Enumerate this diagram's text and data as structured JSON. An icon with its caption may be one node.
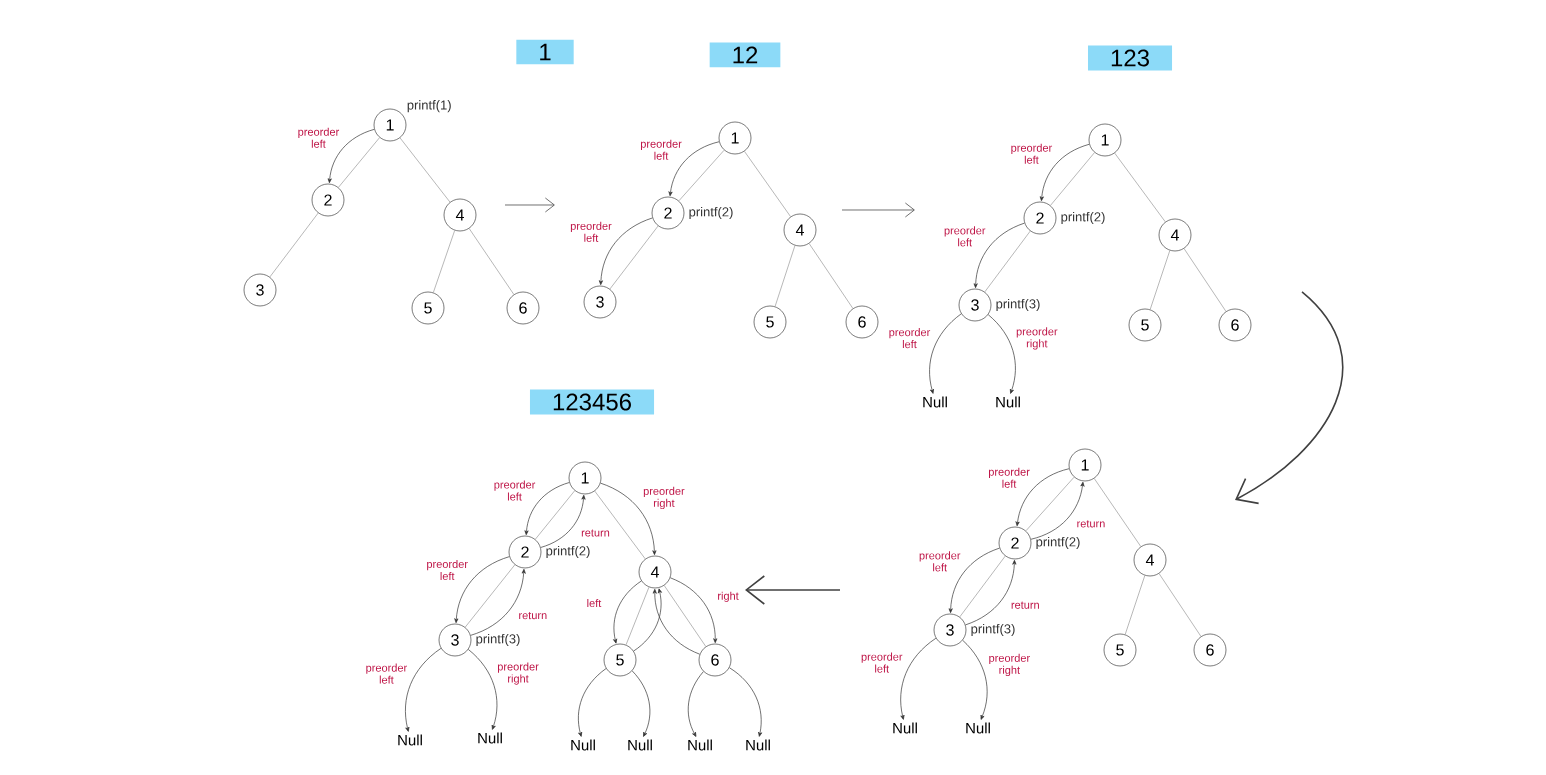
{
  "diagram": {
    "nodes": [
      {
        "text": [
          "1"
        ]
      },
      {
        "text": [
          "1"
        ],
        "beside": [
          "printf(1)"
        ]
      },
      {
        "text": [
          "2"
        ]
      },
      {
        "text": [
          "4"
        ]
      },
      {
        "text": [
          "3"
        ]
      },
      {
        "text": [
          "5"
        ]
      },
      {
        "text": [
          "6"
        ]
      },
      {
        "text": [
          "12"
        ]
      },
      {
        "text": [
          "1"
        ]
      },
      {
        "text": [
          "2"
        ],
        "beside": [
          "printf(2)"
        ]
      },
      {
        "text": [
          "4"
        ]
      },
      {
        "text": [
          "3"
        ]
      },
      {
        "text": [
          "5"
        ]
      },
      {
        "text": [
          "6"
        ]
      },
      {
        "text": [
          "123"
        ]
      },
      {
        "text": [
          "1"
        ]
      },
      {
        "text": [
          "2"
        ],
        "beside": [
          "printf(2)"
        ]
      },
      {
        "text": [
          "4"
        ]
      },
      {
        "text": [
          "3"
        ],
        "beside": [
          "printf(3)"
        ]
      },
      {
        "text": [
          "5"
        ]
      },
      {
        "text": [
          "6"
        ]
      },
      {
        "text": [
          "Null"
        ]
      },
      {
        "text": [
          "Null"
        ]
      },
      {
        "text": [
          "123456"
        ]
      },
      {
        "text": [
          "1"
        ]
      },
      {
        "text": [
          "2"
        ],
        "beside": [
          "printf(2)"
        ]
      },
      {
        "text": [
          "4"
        ]
      },
      {
        "text": [
          "3"
        ],
        "beside": [
          "printf(3)"
        ]
      },
      {
        "text": [
          "5"
        ]
      },
      {
        "text": [
          "6"
        ]
      },
      {
        "text": [
          "Null"
        ]
      },
      {
        "text": [
          "Null"
        ]
      },
      {
        "text": [
          "Null"
        ]
      },
      {
        "text": [
          "Null"
        ]
      },
      {
        "text": [
          "Null"
        ]
      },
      {
        "text": [
          "Null"
        ]
      },
      {
        "text": [
          "1"
        ]
      },
      {
        "text": [
          "2"
        ],
        "beside": [
          "printf(2)"
        ]
      },
      {
        "text": [
          "4"
        ]
      },
      {
        "text": [
          "3"
        ],
        "beside": [
          "printf(3)"
        ]
      },
      {
        "text": [
          "5"
        ]
      },
      {
        "text": [
          "6"
        ]
      },
      {
        "text": [
          "Null"
        ]
      },
      {
        "text": [
          "Null"
        ]
      }
    ],
    "edges": [
      {
        "from": 1,
        "to": 2,
        "arrow": "none",
        "color": "#9a9a9a"
      },
      {
        "from": 1,
        "to": 3,
        "arrow": "none",
        "color": "#9a9a9a"
      },
      {
        "from": 2,
        "to": 4,
        "arrow": "none",
        "color": "#9a9a9a"
      },
      {
        "from": 3,
        "to": 5,
        "arrow": "none",
        "color": "#9a9a9a"
      },
      {
        "from": 3,
        "to": 6,
        "arrow": "none",
        "color": "#9a9a9a"
      },
      {
        "from": 1,
        "to": 2,
        "arrow": "to",
        "label": "preorder left"
      },
      {
        "from": 8,
        "to": 9,
        "arrow": "none",
        "color": "#9a9a9a"
      },
      {
        "from": 8,
        "to": 10,
        "arrow": "none",
        "color": "#9a9a9a"
      },
      {
        "from": 9,
        "to": 11,
        "arrow": "none",
        "color": "#9a9a9a"
      },
      {
        "from": 10,
        "to": 12,
        "arrow": "none",
        "color": "#9a9a9a"
      },
      {
        "from": 10,
        "to": 13,
        "arrow": "none",
        "color": "#9a9a9a"
      },
      {
        "from": 8,
        "to": 9,
        "arrow": "to",
        "label": "preorder left"
      },
      {
        "from": 9,
        "to": 11,
        "arrow": "to",
        "label": "preorder left"
      },
      {
        "from": 15,
        "to": 16,
        "arrow": "none",
        "color": "#9a9a9a"
      },
      {
        "from": 15,
        "to": 17,
        "arrow": "none",
        "color": "#9a9a9a"
      },
      {
        "from": 16,
        "to": 18,
        "arrow": "none",
        "color": "#9a9a9a"
      },
      {
        "from": 17,
        "to": 19,
        "arrow": "none",
        "color": "#9a9a9a"
      },
      {
        "from": 17,
        "to": 20,
        "arrow": "none",
        "color": "#9a9a9a"
      },
      {
        "from": 15,
        "to": 16,
        "arrow": "to",
        "label": "preorder left"
      },
      {
        "from": 16,
        "to": 18,
        "arrow": "to",
        "label": "preorder left"
      },
      {
        "from": 18,
        "to": 21,
        "arrow": "to",
        "label": "preorder left"
      },
      {
        "from": 18,
        "to": 22,
        "arrow": "to",
        "label": "preorder right"
      },
      {
        "from": 24,
        "to": 25,
        "arrow": "none",
        "color": "#9a9a9a"
      },
      {
        "from": 24,
        "to": 26,
        "arrow": "none",
        "color": "#9a9a9a"
      },
      {
        "from": 25,
        "to": 27,
        "arrow": "none",
        "color": "#9a9a9a"
      },
      {
        "from": 26,
        "to": 28,
        "arrow": "none",
        "color": "#9a9a9a"
      },
      {
        "from": 26,
        "to": 29,
        "arrow": "none",
        "color": "#9a9a9a"
      },
      {
        "from": 24,
        "to": 25,
        "arrow": "to",
        "label": "preorder left"
      },
      {
        "from": 24,
        "to": 26,
        "arrow": "to",
        "label": "preorder right"
      },
      {
        "from": 25,
        "to": 27,
        "arrow": "to",
        "label": "preorder left"
      },
      {
        "from": 27,
        "to": 30,
        "arrow": "to",
        "label": "preorder left"
      },
      {
        "from": 27,
        "to": 31,
        "arrow": "to",
        "label": "preorder right"
      },
      {
        "from": 27,
        "to": 25,
        "arrow": "to",
        "label": "return"
      },
      {
        "from": 25,
        "to": 24,
        "arrow": "to",
        "label": "return"
      },
      {
        "from": 26,
        "to": 28,
        "arrow": "to",
        "label": "left"
      },
      {
        "from": 26,
        "to": 29,
        "arrow": "to",
        "label": "right"
      },
      {
        "from": 28,
        "to": 32,
        "arrow": "to"
      },
      {
        "from": 28,
        "to": 33,
        "arrow": "to"
      },
      {
        "from": 29,
        "to": 34,
        "arrow": "to"
      },
      {
        "from": 29,
        "to": 35,
        "arrow": "to"
      },
      {
        "from": 28,
        "to": 26,
        "arrow": "to"
      },
      {
        "from": 29,
        "to": 26,
        "arrow": "to"
      },
      {
        "from": 36,
        "to": 37,
        "arrow": "none",
        "color": "#9a9a9a"
      },
      {
        "from": 36,
        "to": 38,
        "arrow": "none",
        "color": "#9a9a9a"
      },
      {
        "from": 37,
        "to": 39,
        "arrow": "none",
        "color": "#9a9a9a"
      },
      {
        "from": 38,
        "to": 40,
        "arrow": "none",
        "color": "#9a9a9a"
      },
      {
        "from": 38,
        "to": 41,
        "arrow": "none",
        "color": "#9a9a9a"
      },
      {
        "from": 36,
        "to": 37,
        "arrow": "to",
        "label": "preorder left"
      },
      {
        "from": 37,
        "to": 39,
        "arrow": "to",
        "label": "preorder left"
      },
      {
        "from": 39,
        "to": 42,
        "arrow": "to",
        "label": "preorder left"
      },
      {
        "from": 39,
        "to": 43,
        "arrow": "to",
        "label": "preorder right"
      },
      {
        "from": 39,
        "to": 37,
        "arrow": "to",
        "label": "return"
      },
      {
        "from": 37,
        "to": 36,
        "arrow": "to",
        "label": "return"
      }
    ]
  }
}
